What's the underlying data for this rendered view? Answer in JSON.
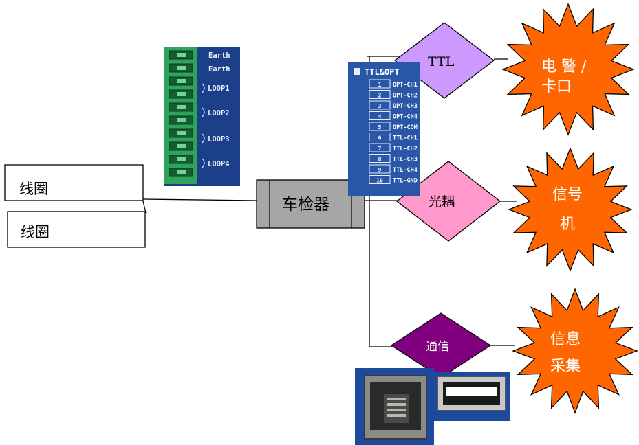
{
  "coils": {
    "coil_1": "线圈",
    "coil_2": "线圈"
  },
  "detector": {
    "label": "车检器"
  },
  "interfaces": {
    "ttl": "TTL",
    "optocoupler": "光耦",
    "comm": "通信"
  },
  "devices": {
    "police_line1": "电 警 /",
    "police_line2": "卡口",
    "signal_line1": "信号",
    "signal_line2": "机",
    "info_line1": "信息",
    "info_line2": "采集"
  },
  "loop_terminal": {
    "labels": [
      "Earth",
      "Earth",
      "LOOP1",
      "LOOP2",
      "LOOP3",
      "LOOP4"
    ]
  },
  "ttl_opt_panel": {
    "title": "TTL&OPT",
    "rows": [
      {
        "num": "1",
        "label": "OPT-CH1"
      },
      {
        "num": "2",
        "label": "OPT-CH2"
      },
      {
        "num": "3",
        "label": "OPT-CH3"
      },
      {
        "num": "4",
        "label": "OPT-CH4"
      },
      {
        "num": "5",
        "label": "OPT-COM"
      },
      {
        "num": "6",
        "label": "TTL-CH1"
      },
      {
        "num": "7",
        "label": "TTL-CH2"
      },
      {
        "num": "8",
        "label": "TTL-CH3"
      },
      {
        "num": "9",
        "label": "TTL-CH4"
      },
      {
        "num": "10",
        "label": "TTL-GND"
      }
    ]
  },
  "colors": {
    "ttl_diamond": "#cc99ff",
    "opt_diamond": "#ff99cc",
    "comm_diamond": "#800080",
    "starburst": "#ff6600",
    "detector_body": "#a6a6a6",
    "panel_blue": "#2a56a8",
    "terminal_green": "#2fa35a"
  }
}
